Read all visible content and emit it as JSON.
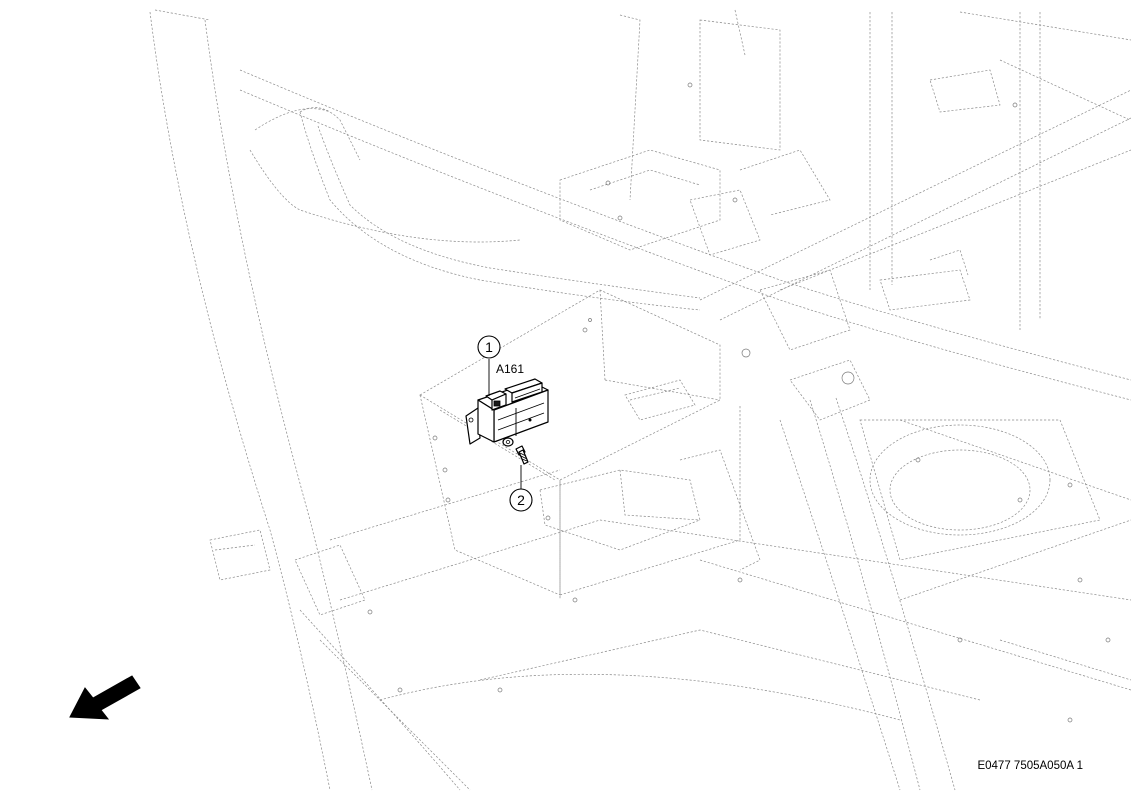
{
  "callouts": [
    {
      "number": "1"
    },
    {
      "number": "2"
    }
  ],
  "component_label": "A161",
  "drawing_reference": "E0477 7505A050A 1",
  "icons": {
    "direction_arrow": "arrow-down-left-icon"
  },
  "colors": {
    "line": "#000000",
    "ghost_line": "#8a8a8a",
    "background": "#ffffff"
  }
}
